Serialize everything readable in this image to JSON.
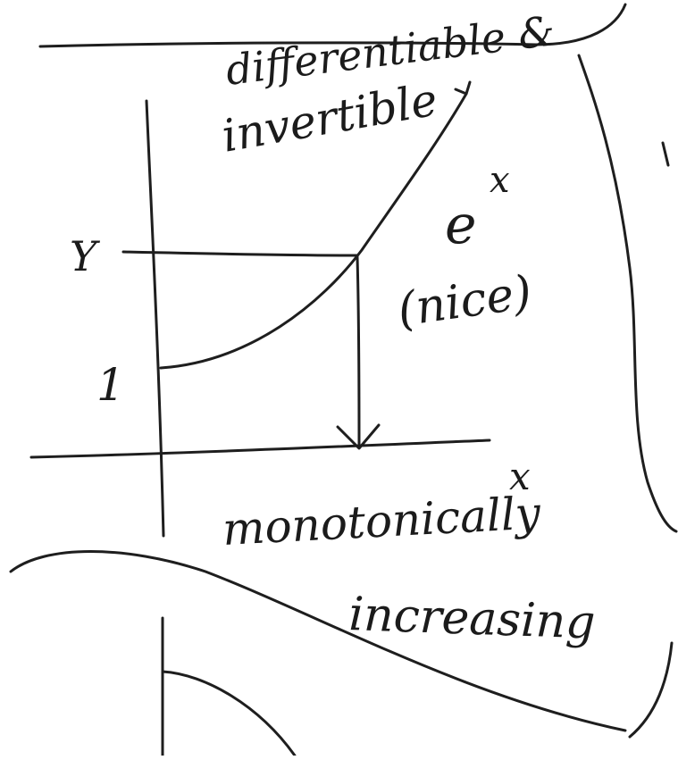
{
  "annotations": {
    "top_line1": "differentiable &",
    "top_line2": "invertible",
    "y_label": "Y",
    "one_label": "1",
    "x_label": "x",
    "function_label": "e",
    "function_exponent": "x",
    "function_note": "(nice)",
    "bottom_line1": "monotonically",
    "bottom_line2": "increasing"
  },
  "ink_color": "#1e1e1e"
}
